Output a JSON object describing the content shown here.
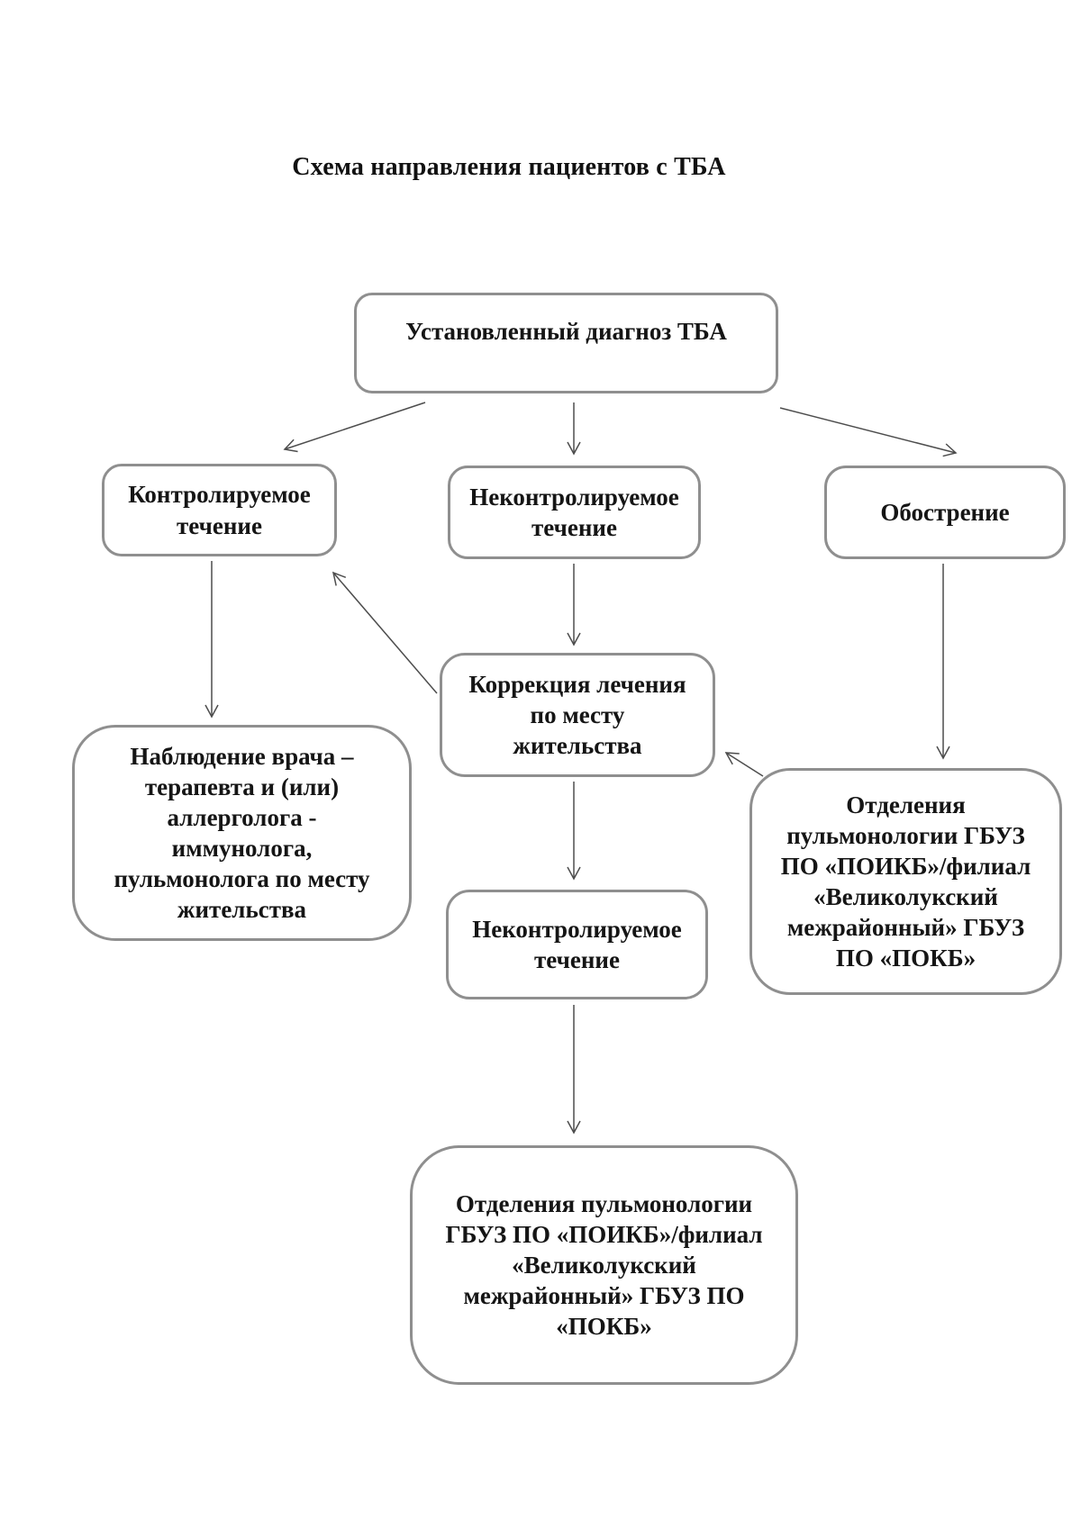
{
  "title": "Схема направления пациентов с ТБА",
  "colors": {
    "box_border": "#8f8f8f",
    "arrow": "#4d4d4d",
    "text": "#151515",
    "background": "#ffffff"
  },
  "nodes": {
    "diagnosis": {
      "label": "Установленный диагноз ТБА"
    },
    "controlled": {
      "label": "Контролируемое\nтечение"
    },
    "uncontrolled1": {
      "label": "Неконтролируемое\nтечение"
    },
    "exacerbation": {
      "label": "Обострение"
    },
    "correction": {
      "label": "Коррекция лечения\nпо месту\nжительства"
    },
    "observation": {
      "label": "Наблюдение врача –\nтерапевта и (или)\nаллерголога -\nиммунолога,\nпульмонолога по месту\nжительства"
    },
    "pulm_right": {
      "label": "Отделения\nпульмонологии ГБУЗ\nПО «ПОИКБ»/филиал\n«Великолукский\nмежрайонный» ГБУЗ\nПО «ПОКБ»"
    },
    "uncontrolled2": {
      "label": "Неконтролируемое\nтечение"
    },
    "pulm_bottom": {
      "label": "Отделения пульмонологии\nГБУЗ ПО «ПОИКБ»/филиал\n«Великолукский\nмежрайонный» ГБУЗ ПО\n«ПОКБ»"
    }
  }
}
